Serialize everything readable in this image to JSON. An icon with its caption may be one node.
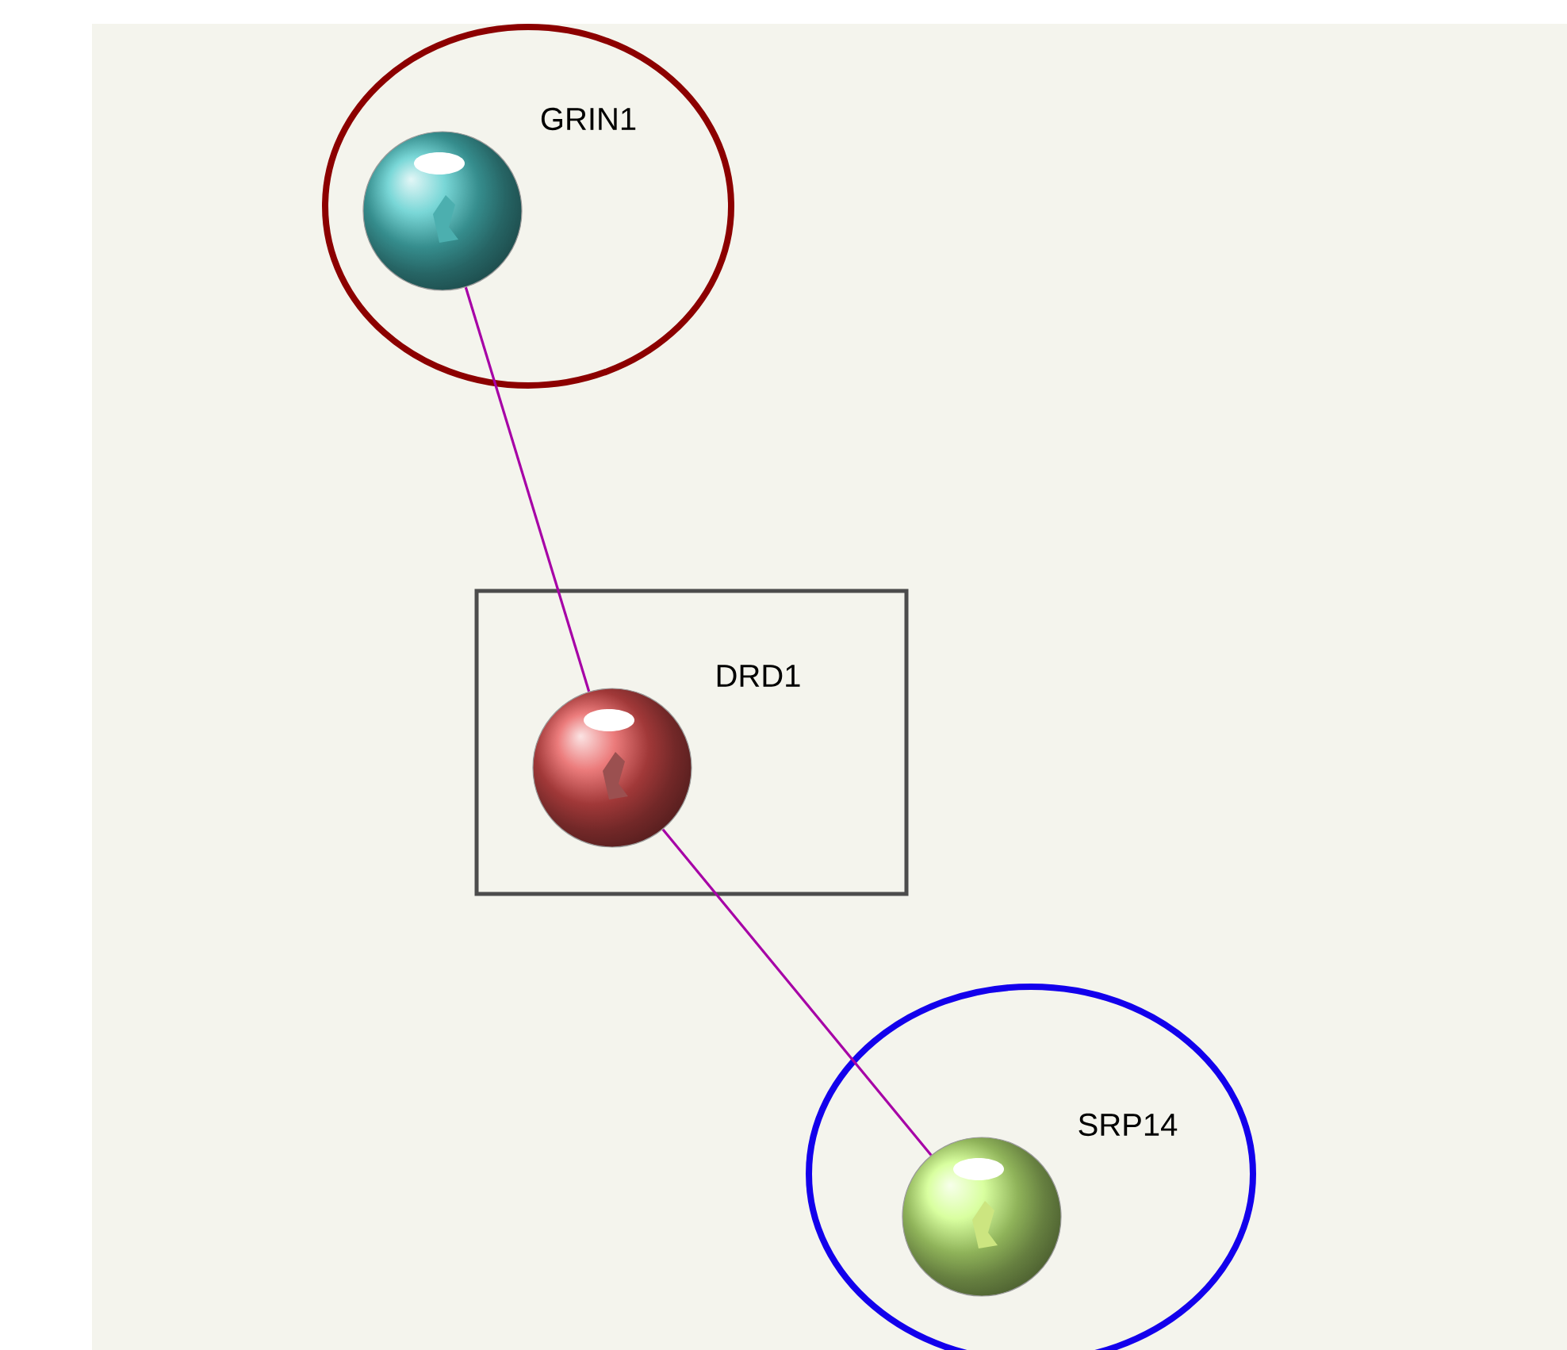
{
  "diagram": {
    "nodes": [
      {
        "text": [],
        "shape": "ellipse"
      },
      {
        "text": [],
        "shape": "circle",
        "beside": [
          "GRIN1"
        ],
        "in": 0
      },
      {
        "text": [],
        "shape": "box"
      },
      {
        "text": [],
        "shape": "circle",
        "beside": [
          "DRD1"
        ],
        "in": 2
      },
      {
        "text": [],
        "shape": "ellipse"
      },
      {
        "text": [],
        "shape": "circle",
        "beside": [
          "SRP14"
        ],
        "in": 4
      }
    ],
    "edges": [
      {
        "from": 1,
        "to": 3,
        "arrow": "none"
      },
      {
        "from": 3,
        "to": 5,
        "arrow": "none"
      }
    ]
  }
}
